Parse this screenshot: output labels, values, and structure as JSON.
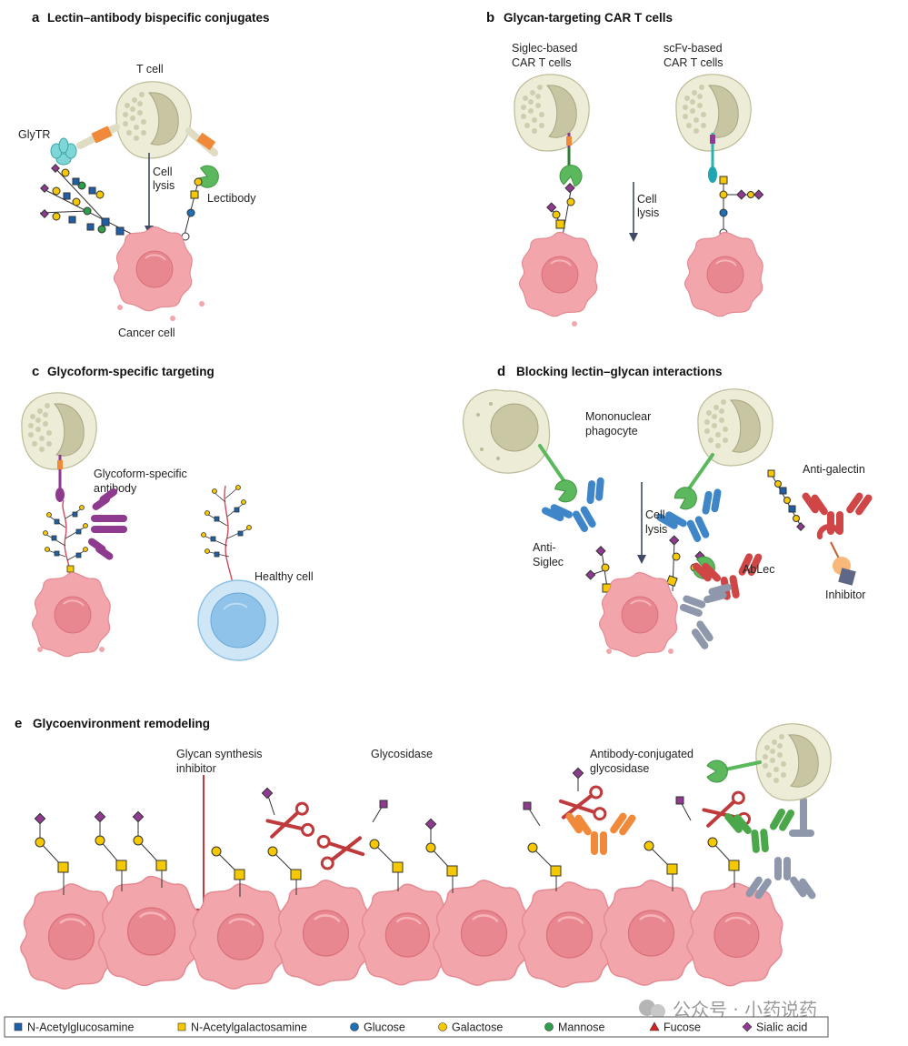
{
  "panels": {
    "a": {
      "letter": "a",
      "title": "Lectin–antibody bispecific conjugates",
      "labels": {
        "t_cell": "T cell",
        "glytr": "GlyTR",
        "cell_lysis_1": "Cell",
        "cell_lysis_2": "lysis",
        "lectibody": "Lectibody",
        "cancer_cell": "Cancer cell"
      }
    },
    "b": {
      "letter": "b",
      "title": "Glycan-targeting CAR T cells",
      "labels": {
        "siglec_1": "Siglec-based",
        "siglec_2": "CAR T cells",
        "scfv_1": "scFv-based",
        "scfv_2": "CAR T cells",
        "cell_lysis_1": "Cell",
        "cell_lysis_2": "lysis"
      }
    },
    "c": {
      "letter": "c",
      "title": "Glycoform-specific targeting",
      "labels": {
        "gsa_1": "Glycoform-specific",
        "gsa_2": "antibody",
        "healthy": "Healthy cell"
      }
    },
    "d": {
      "letter": "d",
      "title": "Blocking lectin–glycan interactions",
      "labels": {
        "mono_1": "Mononuclear",
        "mono_2": "phagocyte",
        "anti_galectin": "Anti-galectin",
        "cell_lysis_1": "Cell",
        "cell_lysis_2": "lysis",
        "anti_siglec_1": "Anti-",
        "anti_siglec_2": "Siglec",
        "ablec": "AbLec",
        "inhibitor": "Inhibitor"
      }
    },
    "e": {
      "letter": "e",
      "title": "Glycoenvironment remodeling",
      "labels": {
        "gsi_1": "Glycan synthesis",
        "gsi_2": "inhibitor",
        "glycosidase": "Glycosidase",
        "acg_1": "Antibody-conjugated",
        "acg_2": "glycosidase"
      }
    }
  },
  "legend": {
    "items": [
      {
        "label": "N-Acetylglucosamine",
        "shape": "square",
        "color": "#1f5fa8"
      },
      {
        "label": "N-Acetylgalactosamine",
        "shape": "square",
        "color": "#f5c800"
      },
      {
        "label": "Glucose",
        "shape": "circle",
        "color": "#1f6fb5"
      },
      {
        "label": "Galactose",
        "shape": "circle",
        "color": "#f5c800"
      },
      {
        "label": "Mannose",
        "shape": "circle",
        "color": "#2e9e4a"
      },
      {
        "label": "Fucose",
        "shape": "triangle",
        "color": "#d62020"
      },
      {
        "label": "Sialic acid",
        "shape": "diamond",
        "color": "#8e3a8e"
      }
    ]
  },
  "watermark": "公众号 · 小药说药",
  "colors": {
    "cancer": "#f0a0a6",
    "cancer_edge": "#e07e86",
    "tcell": "#ecebd6",
    "nucleus": "#c9c7a4",
    "healthy": "#a9d3ef",
    "antibody_blue": "#3f86c8",
    "antibody_purple": "#8e3a8e",
    "antibody_red": "#d04545",
    "antibody_orange": "#f08a3a",
    "antibody_green": "#4aa84a",
    "antibody_grey": "#8e97ab",
    "lectin_green": "#5cb85c"
  }
}
